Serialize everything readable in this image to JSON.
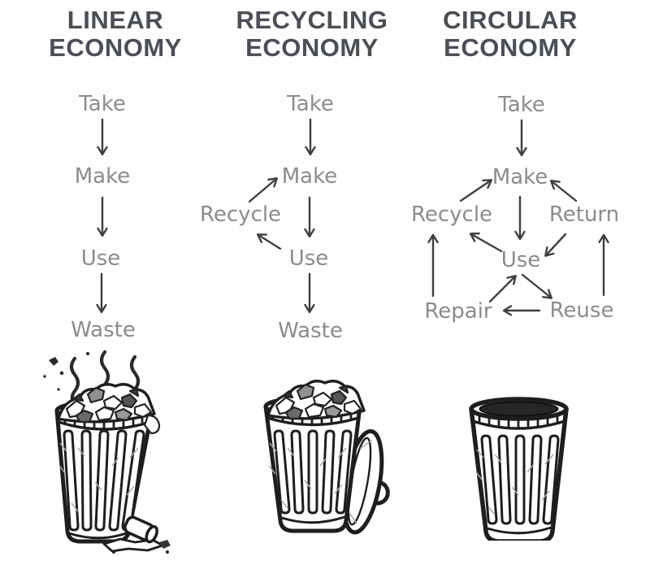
{
  "colors": {
    "title_text": "#4a4f55",
    "label_text": "#8c8c8c",
    "arrow": "#3f3f3f",
    "sketch_ink": "#1e1e1e",
    "background": "#fefefe"
  },
  "columns": [
    {
      "title_line1": "LINEAR",
      "title_line2": "ECONOMY",
      "labels": {
        "take": "Take",
        "make": "Make",
        "use": "Use",
        "waste": "Waste"
      },
      "bin_icon": "overflowing-smelly-trash-can-icon"
    },
    {
      "title_line1": "RECYCLING",
      "title_line2": "ECONOMY",
      "labels": {
        "take": "Take",
        "make": "Make",
        "recycle": "Recycle",
        "use": "Use",
        "waste": "Waste"
      },
      "bin_icon": "full-trash-can-with-lid-icon"
    },
    {
      "title_line1": "CIRCULAR",
      "title_line2": "ECONOMY",
      "labels": {
        "take": "Take",
        "make": "Make",
        "recycle": "Recycle",
        "return": "Return",
        "use": "Use",
        "repair": "Repair",
        "reuse": "Reuse"
      },
      "bin_icon": "empty-trash-can-icon"
    }
  ],
  "edges": {
    "linear": [
      [
        "Take",
        "Make"
      ],
      [
        "Make",
        "Use"
      ],
      [
        "Use",
        "Waste"
      ]
    ],
    "recycling": [
      [
        "Take",
        "Make"
      ],
      [
        "Make",
        "Use"
      ],
      [
        "Use",
        "Waste"
      ],
      [
        "Use",
        "Recycle"
      ],
      [
        "Recycle",
        "Make"
      ]
    ],
    "circular": [
      [
        "Take",
        "Make"
      ],
      [
        "Make",
        "Use"
      ],
      [
        "Recycle",
        "Make"
      ],
      [
        "Return",
        "Make"
      ],
      [
        "Return",
        "Use"
      ],
      [
        "Use",
        "Recycle"
      ],
      [
        "Use",
        "Reuse"
      ],
      [
        "Reuse",
        "Repair"
      ],
      [
        "Repair",
        "Use"
      ],
      [
        "Repair",
        "Recycle"
      ],
      [
        "Reuse",
        "Return"
      ]
    ]
  }
}
